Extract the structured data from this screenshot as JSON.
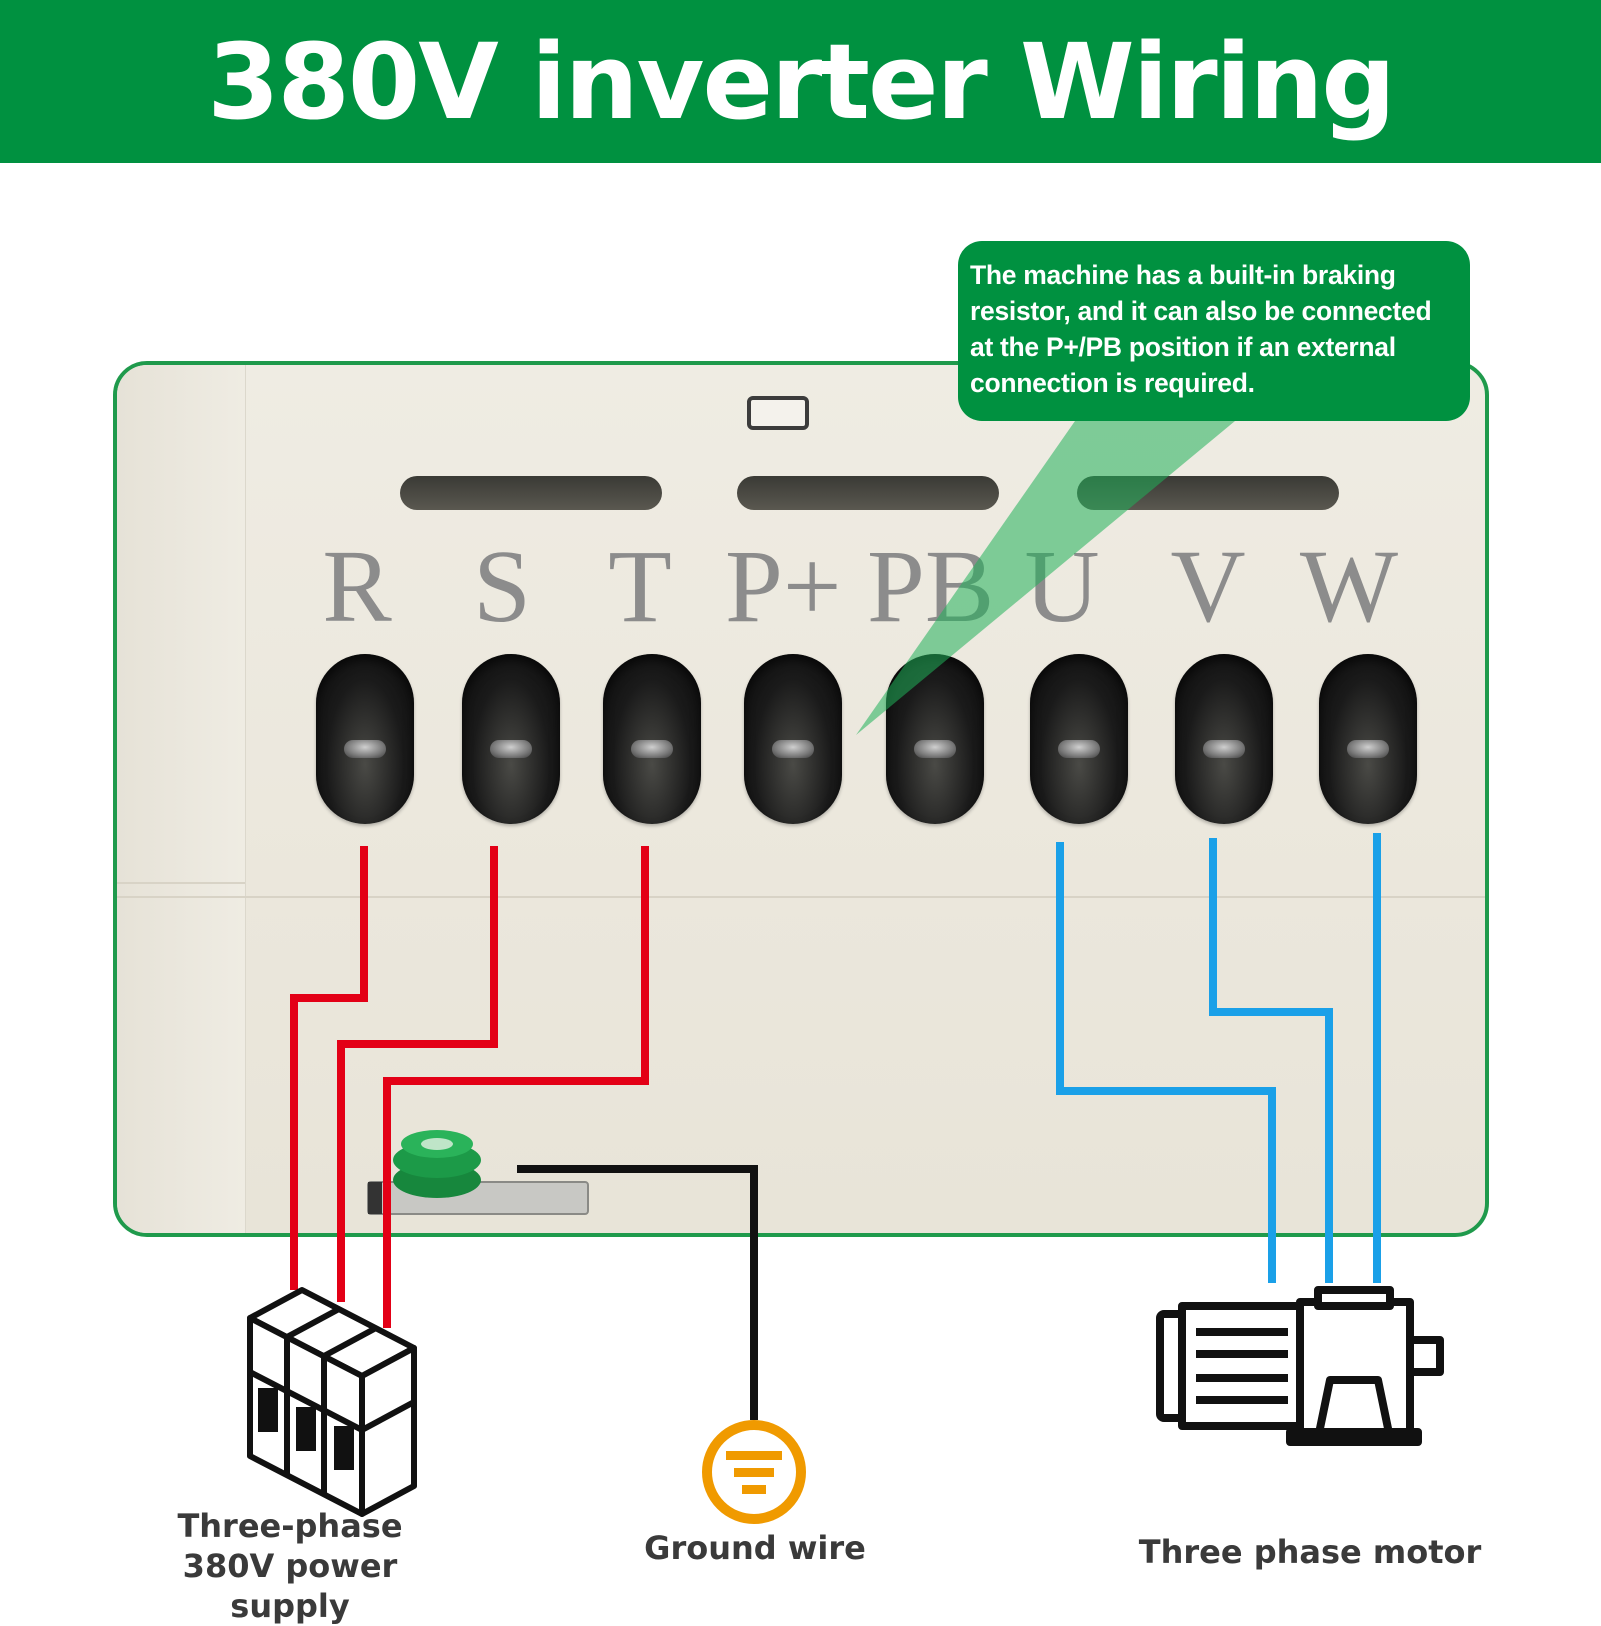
{
  "header": {
    "title": "380V inverter Wiring",
    "background_color": "#009140"
  },
  "callout": {
    "text": "The machine has a built-in braking resistor, and it can also be connected at the P+/PB position if an external connection is required."
  },
  "terminals": [
    {
      "label": "R",
      "group": "power"
    },
    {
      "label": "S",
      "group": "power"
    },
    {
      "label": "T",
      "group": "power"
    },
    {
      "label": "P+",
      "group": "brake"
    },
    {
      "label": "PB",
      "group": "brake"
    },
    {
      "label": "U",
      "group": "motor"
    },
    {
      "label": "V",
      "group": "motor"
    },
    {
      "label": "W",
      "group": "motor"
    }
  ],
  "wire_colors": {
    "power": "#e30016",
    "motor": "#1aa0e8",
    "ground": "#111111",
    "ground_icon": "#f09a00"
  },
  "components": {
    "power_supply": {
      "icon": "breaker-icon",
      "caption_line1": "Three-phase",
      "caption_line2": "380V power supply"
    },
    "ground": {
      "icon": "ground-icon",
      "caption": "Ground wire"
    },
    "motor": {
      "icon": "motor-icon",
      "caption": "Three phase motor"
    }
  }
}
